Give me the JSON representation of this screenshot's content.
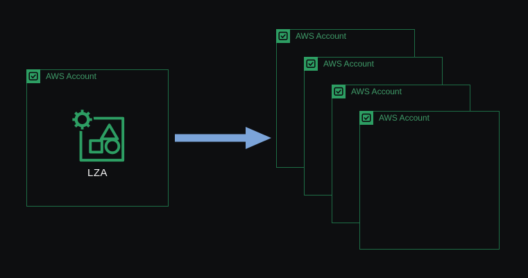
{
  "colors": {
    "background": "#0d0e10",
    "border_green": "#1e6e46",
    "label_green": "#3f9a68",
    "icon_green": "#2d9e63",
    "arrow_blue": "#7ba4d9",
    "lza_text": "#f2f2f2"
  },
  "diagram": {
    "source": {
      "header_label": "AWS Account",
      "header_icon": "aws-account-icon",
      "content_label": "LZA",
      "content_icon": "lza-gear-shapes-icon"
    },
    "arrow_icon": "flow-arrow-right",
    "targets": [
      {
        "header_label": "AWS Account",
        "header_icon": "aws-account-icon"
      },
      {
        "header_label": "AWS Account",
        "header_icon": "aws-account-icon"
      },
      {
        "header_label": "AWS Account",
        "header_icon": "aws-account-icon"
      },
      {
        "header_label": "AWS Account",
        "header_icon": "aws-account-icon"
      }
    ]
  }
}
